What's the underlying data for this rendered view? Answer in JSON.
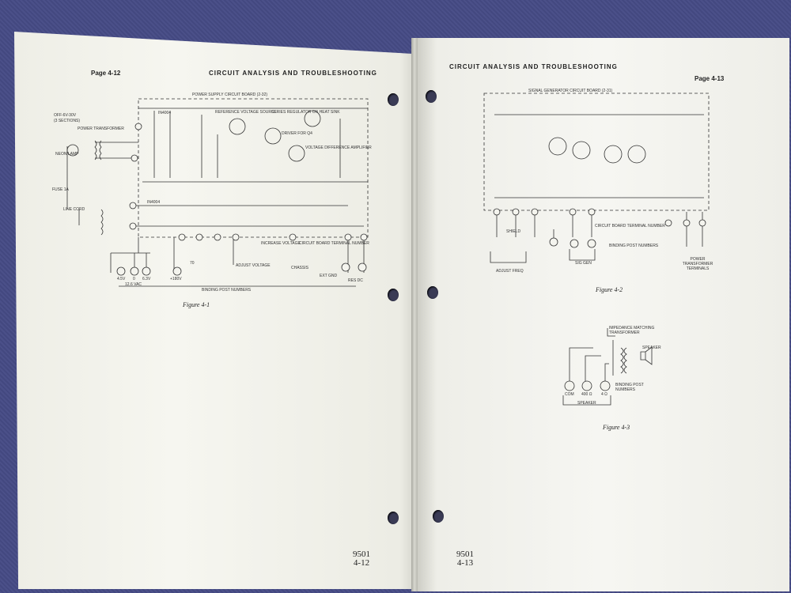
{
  "left_page": {
    "page_number": "Page 4-12",
    "header": "CIRCUIT ANALYSIS AND TROUBLESHOOTING",
    "board_title": "POWER SUPPLY CIRCUIT BOARD (2-32)",
    "labels": {
      "off_6v_30v": "OFF-6V-30V",
      "sections": "(3 SECTIONS)",
      "power_transformer": "POWER TRANSFORMER",
      "neon_lamp": "NEON LAMP",
      "fuse": "FUSE 1A",
      "line_cord": "LINE CORD",
      "reference_voltage": "REFERENCE VOLTAGE SOURCE",
      "series_regulator": "SERIES REGULATOR ON HEAT SINK",
      "driver": "DRIVER FOR Q4",
      "voltage_amp": "VOLTAGE DIFFERENCE AMPLIFIER",
      "increase_voltage": "INCREASE VOLTAGE",
      "adjust_voltage": "ADJUST VOLTAGE",
      "circuit_board_terminal": "CIRCUIT BOARD TERMINAL NUMBER",
      "chassis": "CHASSIS",
      "ext_gnd": "EXT GND",
      "res_dc": "RES DC",
      "binding_post": "BINDING POST NUMBERS",
      "v45": "4.5V",
      "v0": "0",
      "v63": "6.3V",
      "vac": "12.6 VAC",
      "v180": "+180V",
      "v70": "70",
      "diode": "IN4004",
      "diode2": "IN4004"
    },
    "figure_caption": "Figure 4-1",
    "footer_code": "9501",
    "footer_page": "4-12"
  },
  "right_page": {
    "page_number": "Page 4-13",
    "header": "CIRCUIT ANALYSIS AND TROUBLESHOOTING",
    "board_title": "SIGNAL GENERATOR CIRCUIT BOARD (2-31)",
    "labels": {
      "circuit_board_terminal": "CIRCUIT BOARD TERMINAL NUMBER",
      "shield": "SHIELD",
      "binding_post": "BINDING POST NUMBERS",
      "adjust_freq": "ADJUST FREQ",
      "sig_gen": "SIG GEN",
      "power_transformer_terminals": "POWER TRANSFORMER TERMINALS",
      "impedance_transformer": "IMPEDANCE MATCHING TRANSFORMER",
      "speaker": "SPEAKER",
      "com": "COM",
      "ohm400": "400 Ω",
      "ohm4": "4 Ω",
      "binding_post2": "BINDING POST NUMBERS",
      "speaker_bottom": "SPEAKER"
    },
    "figure2_caption": "Figure 4-2",
    "figure3_caption": "Figure 4-3",
    "footer_code": "9501",
    "footer_page": "4-13"
  }
}
